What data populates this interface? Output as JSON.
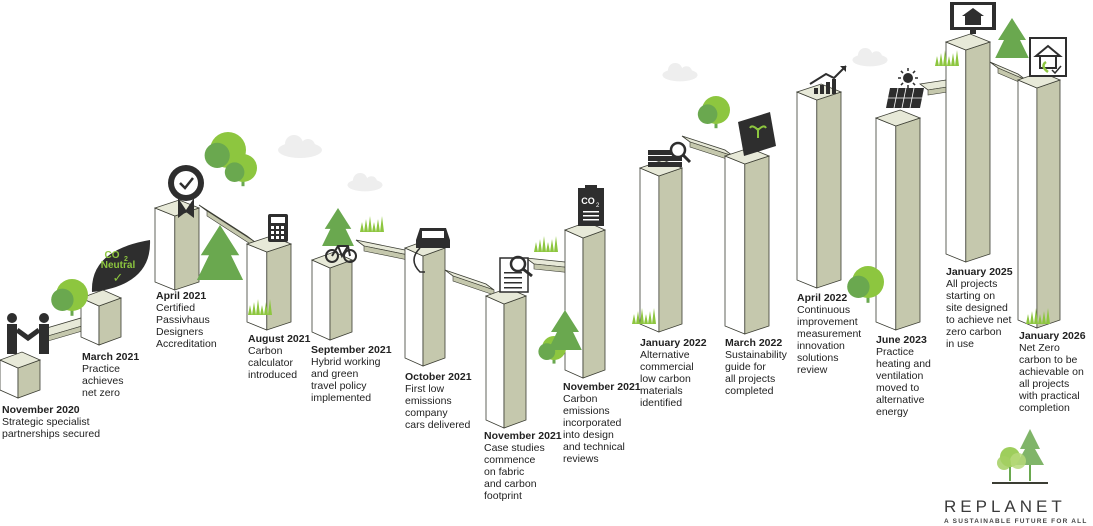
{
  "milestones": [
    {
      "date": "November 2020",
      "text": "Strategic specialist\npartnerships secured",
      "icon": "handshake-icon"
    },
    {
      "date": "March 2021",
      "text": "Practice\nachieves\nnet zero",
      "icon": "co2-neutral-leaf-icon"
    },
    {
      "date": "April 2021",
      "text": "Certified\nPassivhaus\nDesigners\nAccreditation",
      "icon": "badge-check-icon"
    },
    {
      "date": "August 2021",
      "text": "Carbon\ncalculator\nintroduced",
      "icon": "calculator-icon"
    },
    {
      "date": "September 2021",
      "text": "Hybrid working\nand green\ntravel policy\nimplemented",
      "icon": "bicycle-icon"
    },
    {
      "date": "October 2021",
      "text": "First low\nemissions\ncompany\ncars delivered",
      "icon": "electric-car-icon"
    },
    {
      "date": "November 2021",
      "text": "Case studies\ncommence\non fabric\nand carbon\nfootprint",
      "icon": "document-search-icon"
    },
    {
      "date": "November 2021",
      "text": "Carbon\nemissions\nincorporated\ninto design\nand technical\nreviews",
      "icon": "co2-clipboard-icon"
    },
    {
      "date": "January 2022",
      "text": "Alternative\ncommercial\nlow carbon\nmaterials\nidentified",
      "icon": "books-magnifier-icon"
    },
    {
      "date": "March 2022",
      "text": "Sustainability\nguide for\nall projects\ncompleted",
      "icon": "guide-book-icon"
    },
    {
      "date": "April  2022",
      "text": "Continuous\nimprovement\nmeasurement\ninnovation\nsolutions\nreview",
      "icon": "growth-chart-icon"
    },
    {
      "date": "June 2023",
      "text": "Practice\nheating and\nventilation\nmoved to\nalternative\nenergy",
      "icon": "solar-panel-icon"
    },
    {
      "date": "January 2025",
      "text": "All projects\nstarting on\nsite designed\nto achieve net\nzero carbon\nin use",
      "icon": "monitor-house-icon"
    },
    {
      "date": "January 2026",
      "text": "Net Zero\ncarbon to be\nachievable on\nall projects\nwith practical\ncompletion",
      "icon": "house-certificate-icon"
    }
  ],
  "badge": {
    "line1": "CO",
    "sub": "2",
    "line2": "Neutral",
    "check": "✓"
  },
  "clipboard_label": {
    "main": "CO",
    "sub": "2"
  },
  "brand": {
    "name": "REPLANET",
    "tagline": "A SUSTAINABLE FUTURE FOR ALL"
  },
  "colors": {
    "pillar_face": "#ffffff",
    "pillar_side": "#c5c8ad",
    "pillar_top": "#e7e9d8",
    "outline": "#3b3d33",
    "tree_green": "#8dc63f",
    "tree_dark": "#6aa84f",
    "icon_dark": "#2e2e2e",
    "cloud": "#eeeeee"
  }
}
